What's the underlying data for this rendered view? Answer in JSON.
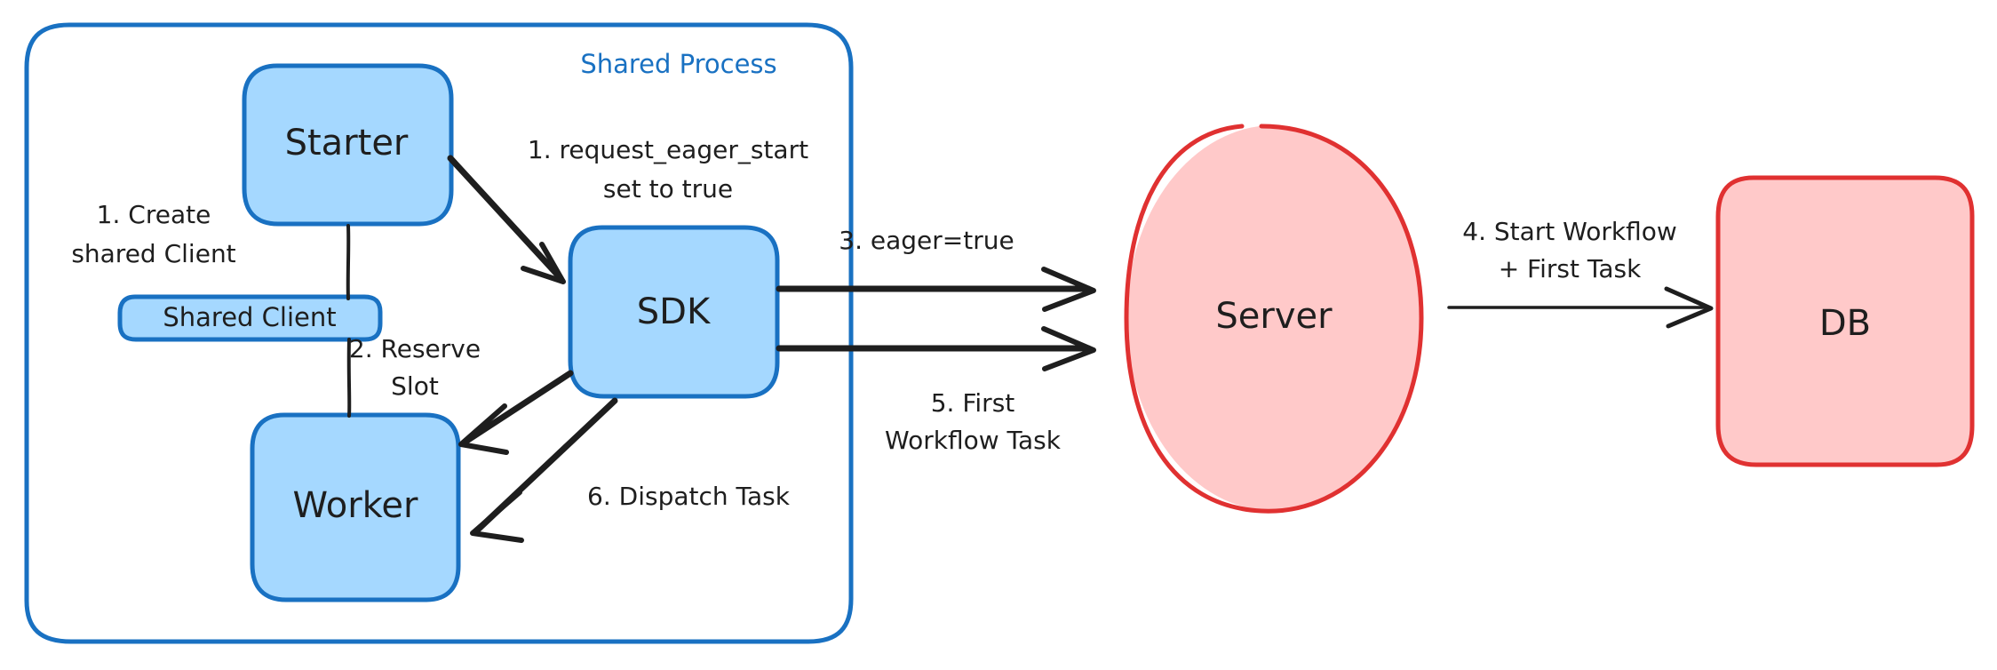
{
  "diagram": {
    "title": "Eager Workflow Start sequence",
    "colors": {
      "blue_fill": "#a5d8ff",
      "blue_stroke": "#1971c2",
      "red_fill": "#ffc9c9",
      "red_stroke": "#e03131",
      "edge": "#1e1e1e",
      "background": "#ffffff"
    },
    "container": {
      "label": "Shared Process",
      "shape": "rounded-rect"
    },
    "nodes": [
      {
        "id": "starter",
        "label": "Starter",
        "shape": "rounded-rect",
        "color": "blue"
      },
      {
        "id": "shared-client",
        "label": "Shared Client",
        "shape": "rounded-rect",
        "color": "blue"
      },
      {
        "id": "worker",
        "label": "Worker",
        "shape": "rounded-rect",
        "color": "blue"
      },
      {
        "id": "sdk",
        "label": "SDK",
        "shape": "rounded-rect",
        "color": "blue"
      },
      {
        "id": "server",
        "label": "Server",
        "shape": "ellipse",
        "color": "red"
      },
      {
        "id": "db",
        "label": "DB",
        "shape": "rounded-rect",
        "color": "red"
      }
    ],
    "edges": [
      {
        "id": "e1",
        "from": "starter",
        "to": "shared-client",
        "label_lines": [
          "1. Create",
          "shared Client"
        ],
        "arrow": false
      },
      {
        "id": "e2",
        "from": "starter",
        "to": "sdk",
        "label_lines": [
          "1. request_eager_start",
          "set to true"
        ],
        "arrow": true
      },
      {
        "id": "e3",
        "from": "sdk",
        "to": "worker",
        "label_lines": [
          "2. Reserve",
          "Slot"
        ],
        "arrow": true
      },
      {
        "id": "e4",
        "from": "sdk",
        "to": "server",
        "label_lines": [
          "3. eager=true"
        ],
        "arrow": true
      },
      {
        "id": "e5",
        "from": "server",
        "to": "db",
        "label_lines": [
          "4. Start Workflow",
          "+ First Task"
        ],
        "arrow": true
      },
      {
        "id": "e6",
        "from": "sdk",
        "to": "server",
        "label_lines": [
          "5. First",
          "Workflow Task"
        ],
        "arrow": true
      },
      {
        "id": "e7",
        "from": "sdk",
        "to": "worker",
        "label_lines": [
          "6. Dispatch Task"
        ],
        "arrow": true
      }
    ],
    "labels": {
      "shared_process": "Shared Process",
      "starter": "Starter",
      "shared_client": "Shared Client",
      "worker": "Worker",
      "sdk": "SDK",
      "server": "Server",
      "db": "DB",
      "e1_line1": "1. Create",
      "e1_line2": "shared Client",
      "e2_line1": "1. request_eager_start",
      "e2_line2": "set to true",
      "e3_line1": "2. Reserve",
      "e3_line2": "Slot",
      "e4_line1": "3. eager=true",
      "e5_line1": "4. Start Workflow",
      "e5_line2": "+ First Task",
      "e6_line1": "5. First",
      "e6_line2": "Workflow Task",
      "e7_line1": "6. Dispatch Task"
    }
  }
}
